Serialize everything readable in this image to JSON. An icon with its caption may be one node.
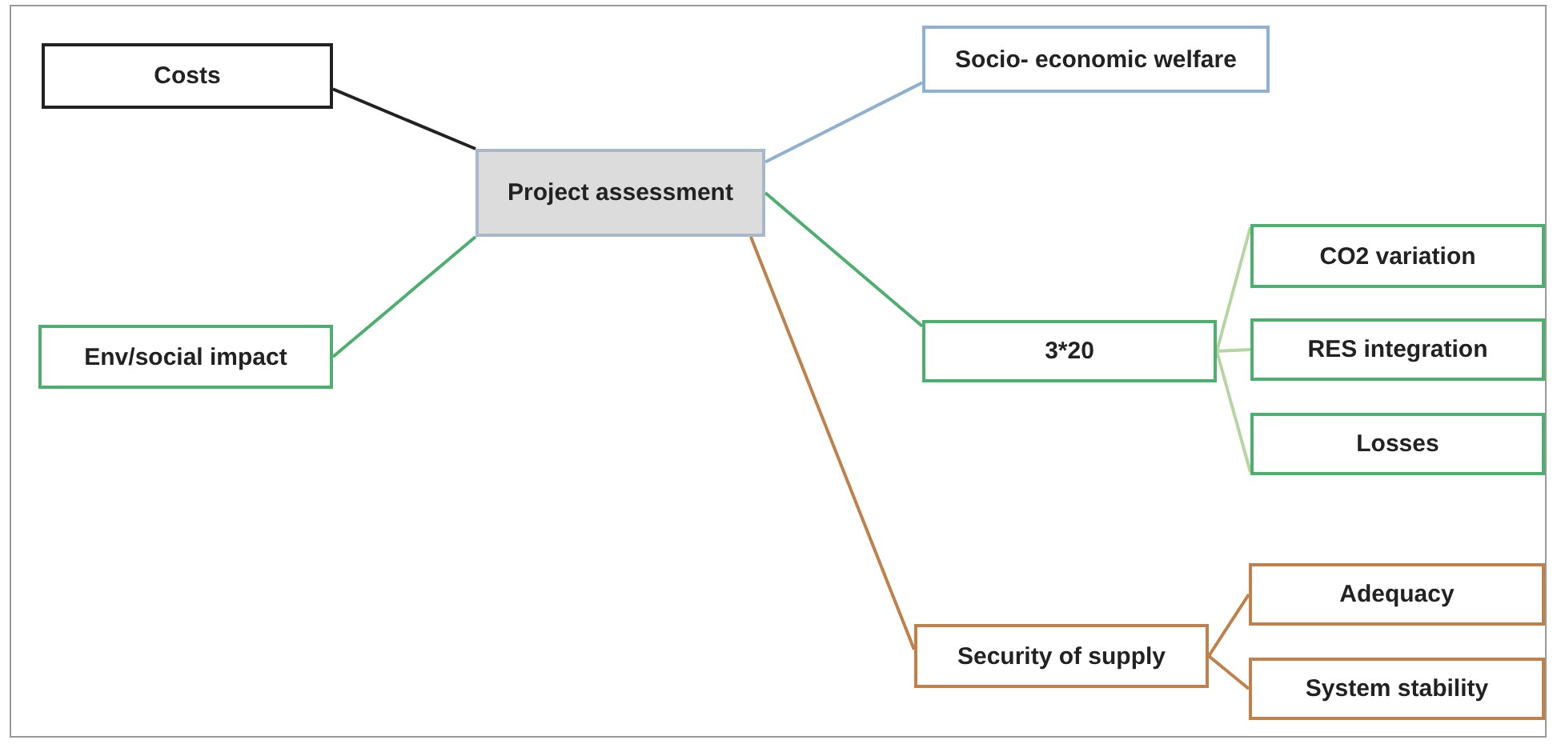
{
  "diagram": {
    "nodes": [
      {
        "text": [
          "Project assessment"
        ]
      },
      {
        "text": [
          "Costs"
        ]
      },
      {
        "text": [
          "Env/social impact"
        ]
      },
      {
        "text": [
          "Socio- economic welfare"
        ]
      },
      {
        "text": [
          "3*20"
        ]
      },
      {
        "text": [
          "CO2 variation"
        ]
      },
      {
        "text": [
          "RES integration"
        ]
      },
      {
        "text": [
          "Losses"
        ]
      },
      {
        "text": [
          "Security of supply"
        ]
      },
      {
        "text": [
          "Adequacy"
        ]
      },
      {
        "text": [
          "System stability"
        ]
      }
    ],
    "edges": [
      {
        "from": 0,
        "to": 1,
        "arrow": "none",
        "color": "#222222"
      },
      {
        "from": 0,
        "to": 2,
        "arrow": "none",
        "color": "#4caf6e"
      },
      {
        "from": 0,
        "to": 3,
        "arrow": "none",
        "color": "#8fb0d0"
      },
      {
        "from": 0,
        "to": 4,
        "arrow": "none",
        "color": "#4caf6e"
      },
      {
        "from": 0,
        "to": 8,
        "arrow": "none",
        "color": "#c0804a"
      },
      {
        "from": 4,
        "to": 5,
        "arrow": "none",
        "color": "#b5d6a0"
      },
      {
        "from": 4,
        "to": 6,
        "arrow": "none",
        "color": "#b5d6a0"
      },
      {
        "from": 4,
        "to": 7,
        "arrow": "none",
        "color": "#b5d6a0"
      },
      {
        "from": 8,
        "to": 9,
        "arrow": "none",
        "color": "#c0804a"
      },
      {
        "from": 8,
        "to": 10,
        "arrow": "none",
        "color": "#c0804a"
      }
    ]
  }
}
